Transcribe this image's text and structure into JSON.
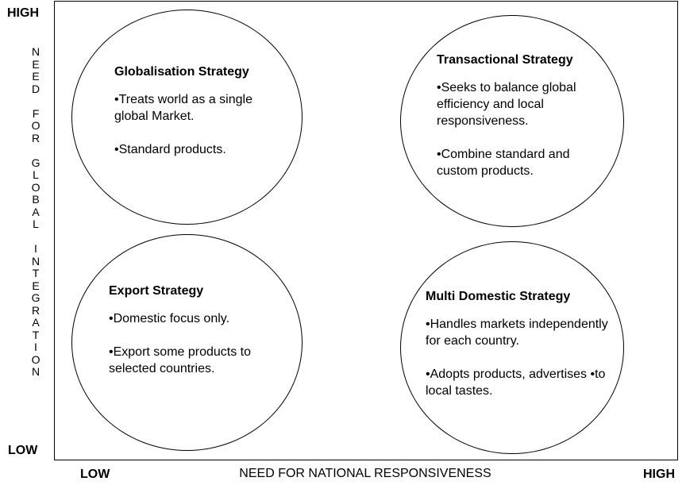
{
  "y_axis": {
    "high": "HIGH",
    "low": "LOW",
    "title_letters": [
      "N",
      "E",
      "E",
      "D",
      "",
      "F",
      "O",
      "R",
      "",
      "G",
      "L",
      "O",
      "B",
      "A",
      "L",
      "",
      "I",
      "N",
      "T",
      "E",
      "G",
      "R",
      "A",
      "T",
      "I",
      "O",
      "N"
    ]
  },
  "x_axis": {
    "low": "LOW",
    "high": "HIGH",
    "title": "NEED FOR NATIONAL RESPONSIVENESS"
  },
  "quadrants": {
    "top_left": {
      "title": "Globalisation Strategy",
      "points": [
        "•Treats world as a single global Market.",
        "•Standard products."
      ]
    },
    "top_right": {
      "title": "Transactional Strategy",
      "points": [
        "•Seeks to balance global efficiency and local responsiveness.",
        "•Combine standard and custom products."
      ]
    },
    "bottom_left": {
      "title": "Export Strategy",
      "points": [
        "•Domestic focus only.",
        "•Export some products to selected countries."
      ]
    },
    "bottom_right": {
      "title": "Multi Domestic Strategy",
      "points": [
        "•Handles markets independently for each country.",
        "•Adopts products, advertises •to local tastes."
      ]
    }
  }
}
